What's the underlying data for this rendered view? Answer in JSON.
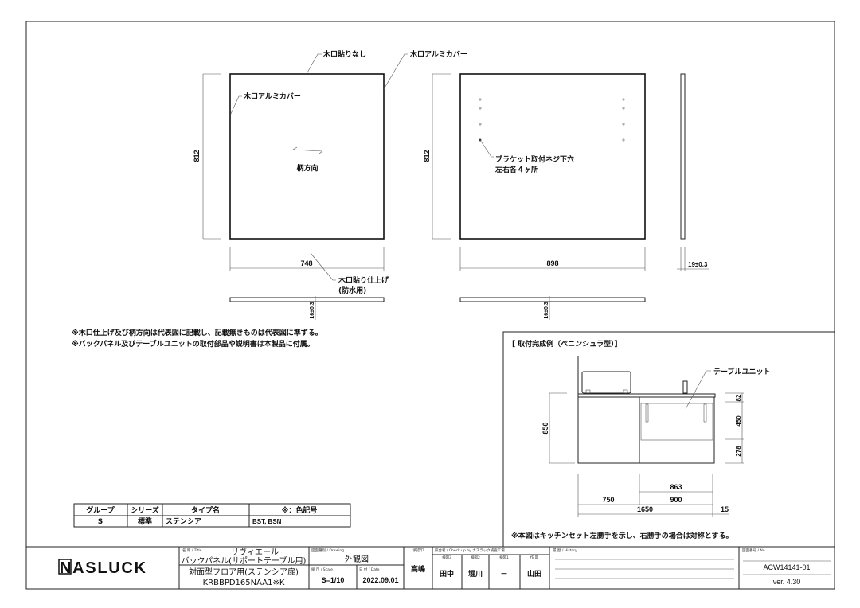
{
  "drawing": {
    "panel_front": {
      "label_top": "木口貼りなし",
      "label_top_right": "木口アルミカバー",
      "label_left": "木口アルミカバー",
      "grain_label": "柄方向",
      "height": "812",
      "width": "748",
      "label_bottom": "木口貼り仕上げ",
      "label_bottom_sub": "(防水用)",
      "thickness": "16±0.3"
    },
    "panel_back": {
      "height": "812",
      "width": "898",
      "hole_label_1": "ブラケット取付ネジ下穴",
      "hole_label_2": "左右各４ヶ所",
      "thickness": "16±0.3"
    },
    "panel_side": {
      "thickness": "19±0.3"
    },
    "notes": [
      "※木口仕上げ及び柄方向は代表図に記載し、記載無きものは代表図に準ずる。",
      "※バックパネル及びテーブルユニットの取付部品や説明書は本製品に付属。"
    ]
  },
  "inset": {
    "title": "【 取付完成例（ペニンシュラ型）】",
    "unit_label": "テーブルユニット",
    "dims": {
      "h850": "850",
      "h82": "82",
      "h450": "450",
      "h278": "278",
      "w863": "863",
      "w900": "900",
      "w750": "750",
      "w1650": "1650",
      "w15": "15"
    },
    "note": "※本図はキッチンセット左勝手を示し、右勝手の場合は対称とする。"
  },
  "spec_table": {
    "headers": [
      "グループ",
      "シリーズ",
      "タイプ名",
      "※：色記号"
    ],
    "row": [
      "S",
      "標準",
      "ステンシア",
      "BST, BSN"
    ]
  },
  "title_block": {
    "logo": "NASLUCK",
    "title_caption": "名 称 / Title",
    "title_1": "リヴィエール",
    "title_2": "バックパネル(サポートテーブル用)",
    "title_3": "対面型フロア用(ステンシア扉)",
    "title_4": "KRBBPD165NAA1※K",
    "drawing_caption": "図面種別 / Drawing",
    "drawing_type": "外観図",
    "scale_caption": "縮 尺 / Scale",
    "scale": "S=1/10",
    "date_caption": "日 付 / Date",
    "date": "2022.09.01",
    "approval_caption": "承認印",
    "approver": "高嶋",
    "check_caption": "照合者 / Check up by ナスラック検査工場",
    "check_cols": [
      "検図3",
      "検図2",
      "検図1",
      "作 図"
    ],
    "check_names": [
      "田中",
      "堀川",
      "－",
      "山田"
    ],
    "history_caption": "履 歴 / History",
    "number_caption": "図面番号 / No.",
    "number": "ACW14141-01",
    "version": "ver. 4.30"
  }
}
